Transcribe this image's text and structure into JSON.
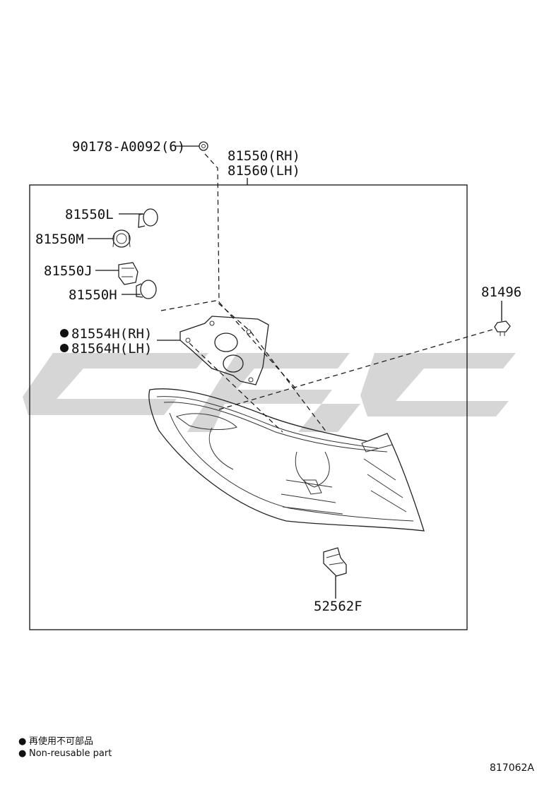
{
  "callouts": {
    "bolt": "90178-A0092(6)",
    "lamp_rh": "81550(RH)",
    "lamp_lh": "81560(LH)",
    "bulb_l": "81550L",
    "socket_m": "81550M",
    "socket_j": "81550J",
    "bulb_h": "81550H",
    "gasket_rh": "81554H(RH)",
    "gasket_lh": "81564H(LH)",
    "clip": "81496",
    "retainer": "52562F"
  },
  "legend": {
    "marker": "●",
    "note_jp": "再使用不可部品",
    "note_en": "Non-reusable part"
  },
  "figure_number": "817062A",
  "colors": {
    "line": "#111111",
    "watermark": "#d4d4d4"
  }
}
